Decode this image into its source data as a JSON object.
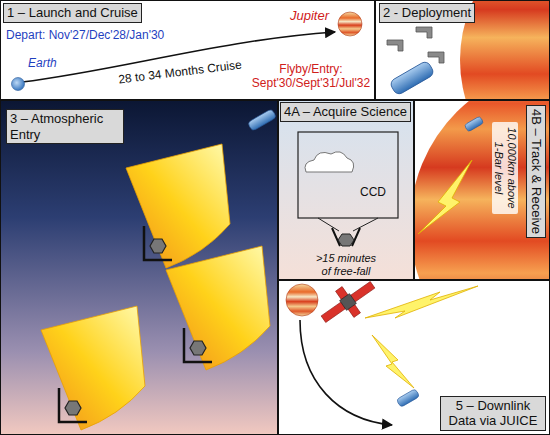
{
  "diagram": {
    "nodes": [
      {
        "text": [
          "1 – Launch and Cruise"
        ]
      },
      {
        "text": [
          "2 - Deployment"
        ]
      },
      {
        "text": [
          "3 – Atmospheric Entry"
        ]
      },
      {
        "text": [
          "4A – Acquire Science"
        ]
      },
      {
        "text": [
          "4B – Track & Receive"
        ]
      },
      {
        "text": [
          "5 – Downlink Data via JUICE"
        ]
      }
    ],
    "labels": [
      "Depart: Nov'27/Dec'28/Jan'30",
      "Earth",
      "Jupiter",
      "28 to 34 Months Cruise",
      "Flyby/Entry: Sept'30/Sept'31/Jul'32",
      "CCD",
      ">15 minutes of free-fall",
      "10,000km above 1-Bar level"
    ]
  }
}
